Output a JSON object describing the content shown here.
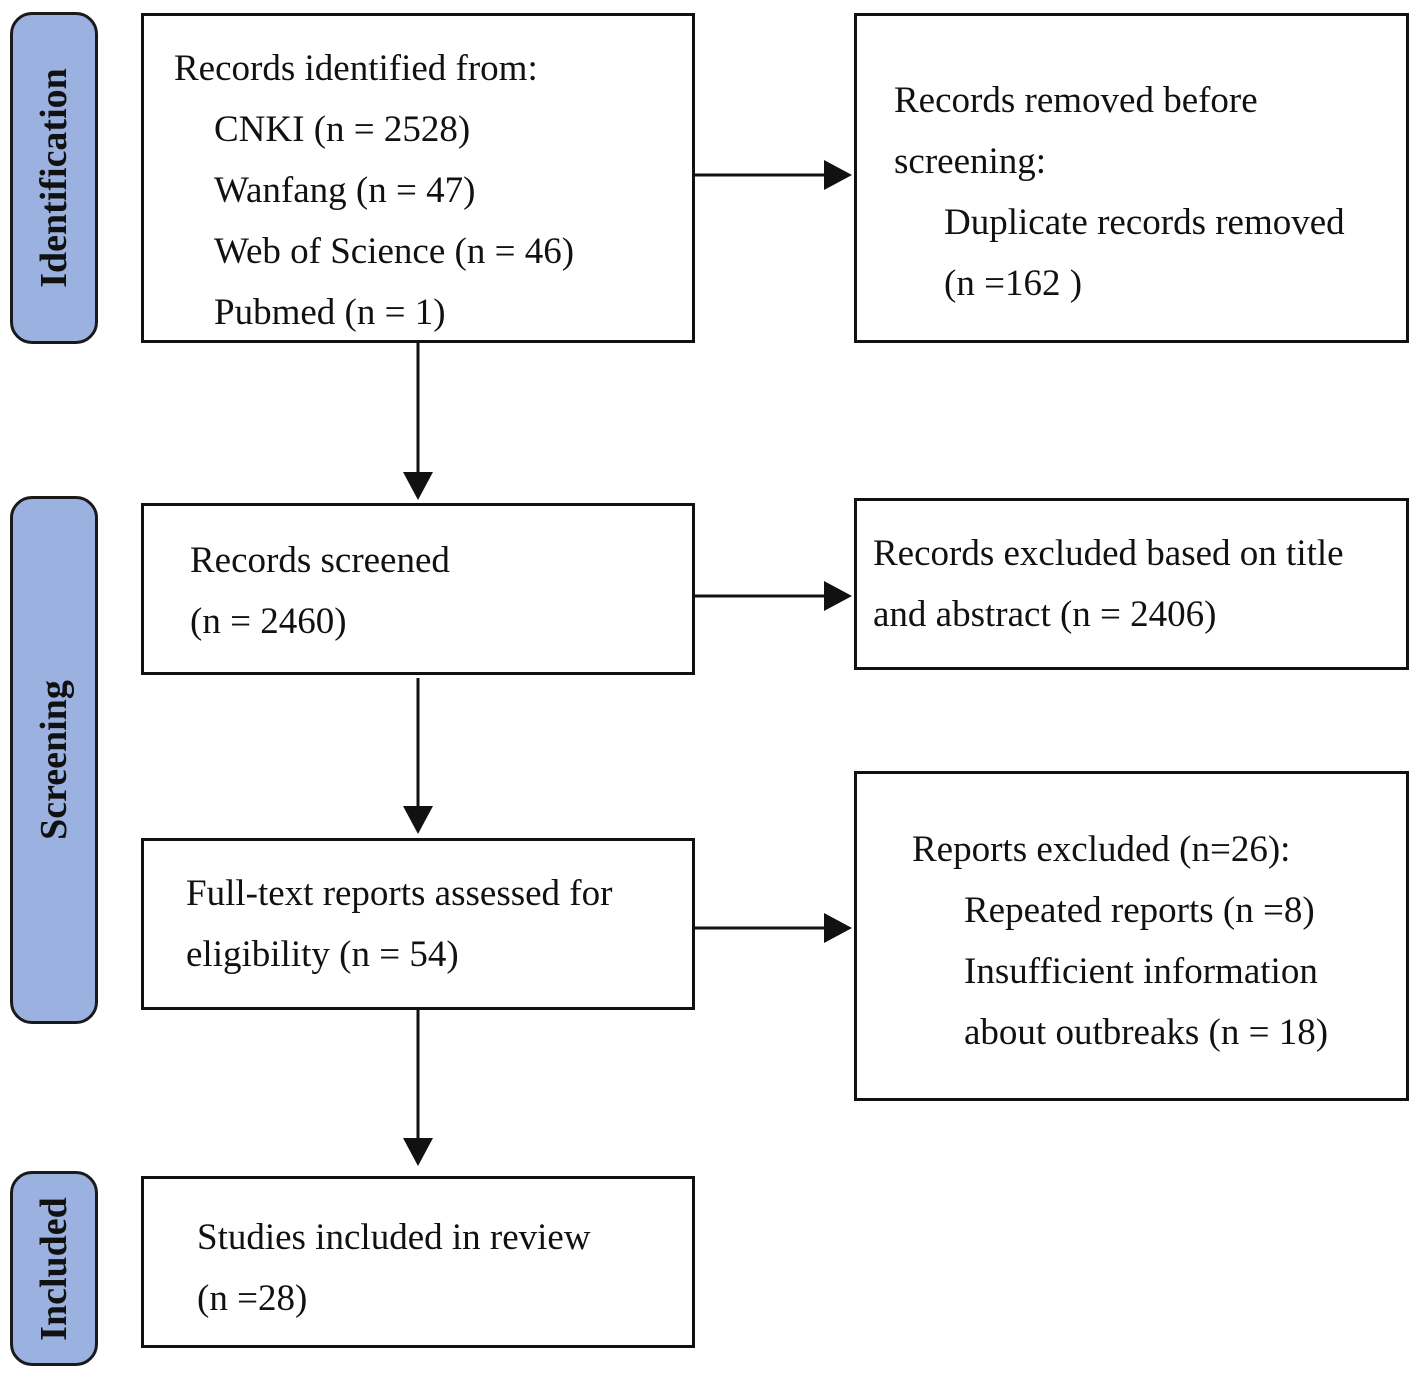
{
  "phases": {
    "identification": "Identification",
    "screening": "Screening",
    "included": "Included"
  },
  "identified": {
    "title": "Records identified from:",
    "sources": [
      "CNKI (n = 2528)",
      "Wanfang (n = 47)",
      "Web of Science (n = 46)",
      "Pubmed (n = 1)"
    ]
  },
  "removed": {
    "line1": "Records removed before",
    "line2": "screening:",
    "line3": "Duplicate records removed",
    "line4": "(n =162 )"
  },
  "screened": {
    "line1": "Records screened",
    "line2": "(n = 2460)"
  },
  "excluded_title": {
    "line1": "Records excluded based on title",
    "line2": "and abstract (n = 2406)"
  },
  "fulltext": {
    "line1": "Full-text reports assessed for",
    "line2": "eligibility (n = 54)"
  },
  "reports_excluded": {
    "line1": "Reports excluded (n=26):",
    "line2": "Repeated reports (n =8)",
    "line3": "Insufficient information",
    "line4": "about outbreaks (n = 18)"
  },
  "included_box": {
    "line1": "Studies included in review",
    "line2": "(n =28)"
  }
}
